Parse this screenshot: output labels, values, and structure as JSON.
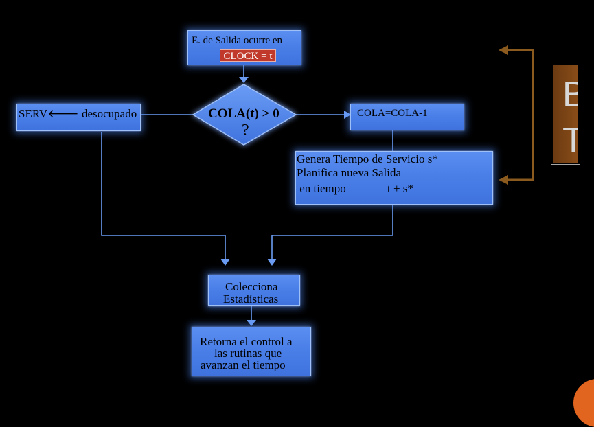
{
  "diagram": {
    "start_box": {
      "line1": "E. de Salida ocurre en",
      "highlight": "CLOCK = t"
    },
    "decision": {
      "line1": "COLA(t) > 0",
      "line2": "?"
    },
    "serv_box": {
      "arrow_glyph": "🡐",
      "text_before": "SERV",
      "text_after": " desocupado"
    },
    "cola_box": {
      "text": "COLA=COLA-1"
    },
    "genera_box": {
      "line1": "Genera Tiempo de  Servicio  s*",
      "line2": "Planifica nueva Salida",
      "line3a": " en tiempo",
      "line3b": "t + s*"
    },
    "stats_box": {
      "line1": "Colecciona",
      "line2": "Estadísticas"
    },
    "return_box": {
      "line1": "Retorna el control a",
      "line2": "las rutinas que",
      "line3": "avanzan el tiempo"
    },
    "side_panel": {
      "letter1": "B",
      "letter2": "T"
    },
    "colors": {
      "box_fill": "#4a7fe8",
      "connector": "#6b9cf2",
      "bracket": "#8a5a1e",
      "highlight": "#c0392b",
      "accent": "#e2651f"
    }
  }
}
